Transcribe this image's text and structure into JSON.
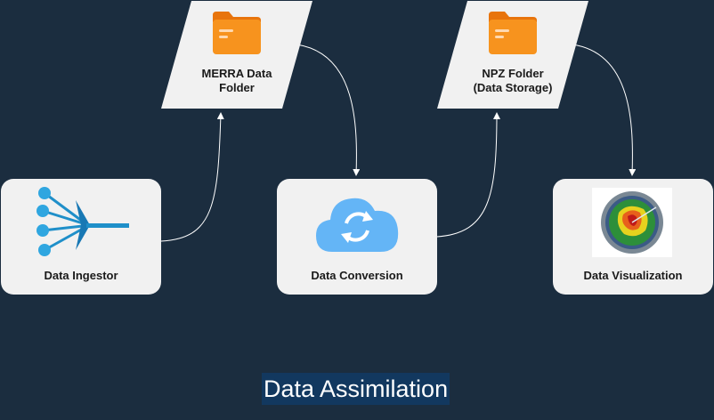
{
  "diagram": {
    "title": "Data Assimilation",
    "nodes": {
      "ingestor": {
        "label": "Data Ingestor"
      },
      "conversion": {
        "label": "Data Conversion"
      },
      "visualization": {
        "label": "Data Visualization"
      }
    },
    "folders": {
      "merra": {
        "label": "MERRA Data\nFolder"
      },
      "npz": {
        "label": "NPZ Folder\n(Data Storage)"
      }
    },
    "edges": [
      {
        "from": "Data Ingestor",
        "to": "MERRA Data Folder"
      },
      {
        "from": "MERRA Data Folder",
        "to": "Data Conversion"
      },
      {
        "from": "Data Conversion",
        "to": "NPZ Folder (Data Storage)"
      },
      {
        "from": "NPZ Folder (Data Storage)",
        "to": "Data Visualization"
      }
    ]
  },
  "colors": {
    "background": "#1b2d3f",
    "node_fill": "#f1f1f1",
    "folder_orange": "#f7931e",
    "cloud_blue": "#64b5f6",
    "title_bg": "#12385f",
    "edge": "#ffffff"
  },
  "icons": {
    "ingestor": "data-ingestion-funnel-icon",
    "folder": "folder-icon",
    "conversion": "cloud-sync-icon",
    "visualization": "weather-radar-icon"
  }
}
